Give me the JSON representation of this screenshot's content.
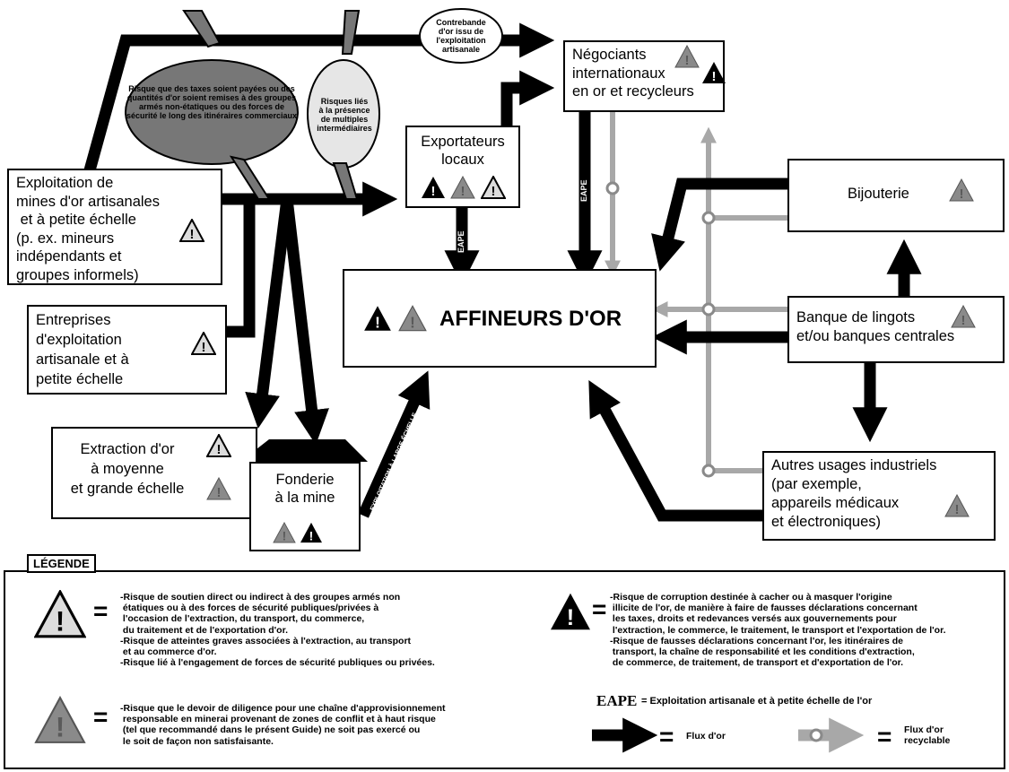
{
  "colors": {
    "dark": "#000000",
    "grey": "#8a8a8a",
    "light_grey": "#dcdcdc",
    "line_grey": "#a8a8a8"
  },
  "nodes": {
    "asm_mines": "Exploitation de\nmines d'or artisanales\n et à petite échelle\n(p. ex. mineurs\nindépendants et\ngroupes informels)",
    "asm_enterprises": "Entreprises\nd'exploitation\nartisanale et à\npetite échelle",
    "medium_large": "Extraction d'or\nà moyenne\net grande échelle",
    "smelter": "Fonderie\nà la mine",
    "exporters": "Exportateurs\nlocaux",
    "traders": "Négociants\ninternationaux\nen or et recycleurs",
    "refiners": "AFFINEURS D'OR",
    "jewellery": "Bijouterie",
    "banks": "Banque de lingots\net/ou banques centrales",
    "industrial": "Autres usages industriels\n(par exemple,\nappareils médicaux\net électroniques)"
  },
  "annotations": {
    "taxes": "Risque que des taxes\nsoient payées ou des quantités\nd'or soient remises à des groupes\narmés non-étatiques ou des forces\nde sécurité le long des itinéraires\ncommerciaux",
    "intermediaries": "Risques liés\nà la présence\nde multiples\nintermédiaires",
    "contraband": "Contrebande\nd'or issu de\nl'exploitation\nartisanale"
  },
  "flow_labels": {
    "eape_exporters": "EAPE",
    "eape_traders": "EAPE",
    "smelter_refiners": "EXPLOITATION À LARGE ÉCHELLE"
  },
  "legend": {
    "title": "LÉGENDE",
    "light_risk": "-Risque de soutien direct ou indirect à des groupes armés non\n étatiques ou à des forces de sécurité publiques/privées à\n l'occasion de l'extraction, du transport, du commerce,\n du traitement et de l'exportation d'or.\n-Risque de atteintes graves associées à l'extraction, au transport\n et au commerce d'or.\n-Risque lié à l'engagement de forces de sécurité publiques ou privées.",
    "grey_risk": "-Risque que le devoir de diligence pour une chaîne d'approvisionnement\n responsable en minerai provenant de zones de conflit et à haut risque\n (tel que recommandé dans le présent Guide) ne soit pas exercé ou\n le soit de façon non satisfaisante.",
    "dark_risk": "-Risque de corruption destinée à cacher ou à masquer l'origine\n illicite de l'or, de manière à faire de fausses déclarations concernant\n les taxes, droits et redevances versés aux gouvernements pour\n l'extraction, le commerce, le traitement, le transport et l'exportation de l'or.\n-Risque de fausses déclarations concernant l'or, les itinéraires de\n transport, la chaîne de responsabilité et les conditions d'extraction,\n de commerce, de traitement, de transport et d'exportation de l'or.",
    "equals": "=",
    "eape_abbr": "EAPE",
    "eape_def": "= Exploitation artisanale et à petite échelle de l'or",
    "gold_flow": "Flux d'or",
    "recyclable_flow": "Flux d'or\nrecyclable"
  }
}
